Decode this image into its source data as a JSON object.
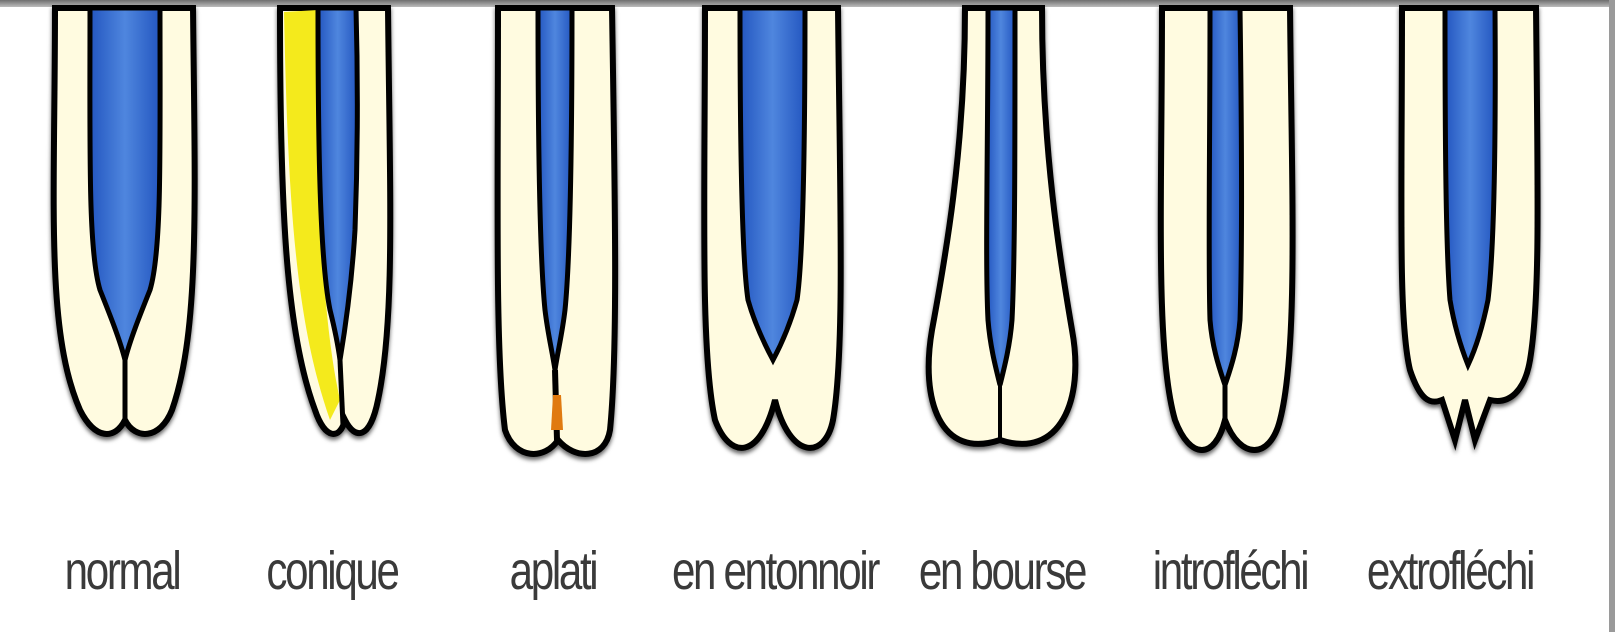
{
  "colors": {
    "pulp": "#2a63c8",
    "pulp_light": "#4f86de",
    "dentin": "#fffbe0",
    "outline": "#000000",
    "pulp_edge": "#d0243c",
    "highlight_yellow": "#f4ea1c",
    "orange_mark": "#e07a10"
  },
  "items": [
    {
      "label": "normal"
    },
    {
      "label": "conique"
    },
    {
      "label": "aplati"
    },
    {
      "label": "en entonnoir"
    },
    {
      "label": "en bourse"
    },
    {
      "label": "introfléchi"
    },
    {
      "label": "extrofléchi"
    }
  ]
}
